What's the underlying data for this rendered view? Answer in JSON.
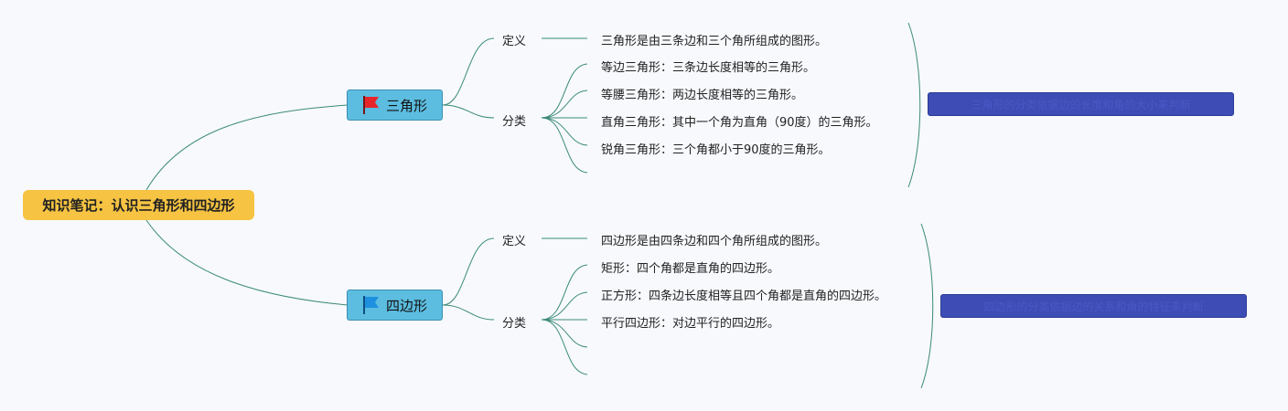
{
  "root": {
    "title": "知识笔记：认识三角形和四边形"
  },
  "branches": [
    {
      "title": "三角形",
      "flag_color": "#e8262a",
      "definition_label": "定义",
      "definition": "三角形是由三条边和三个角所组成的图形。",
      "classification_label": "分类",
      "items": [
        "等边三角形：三条边长度相等的三角形。",
        "等腰三角形：两边长度相等的三角形。",
        "直角三角形：其中一个角为直角（90度）的三角形。",
        "锐角三角形：三个角都小于90度的三角形。",
        ""
      ],
      "summary": "三角形的分类依据边的长度和角的大小来判断"
    },
    {
      "title": "四边形",
      "flag_color": "#1f8fe0",
      "definition_label": "定义",
      "definition": "四边形是由四条边和四个角所组成的图形。",
      "classification_label": "分类",
      "items": [
        "矩形：四个角都是直角的四边形。",
        "正方形：四条边长度相等且四个角都是直角的四边形。",
        "平行四边形：对边平行的四边形。",
        "",
        ""
      ],
      "summary": "四边形的分类依据边的关系和角的特征来判断"
    }
  ],
  "colors": {
    "line": "#3b8a78",
    "root_bg": "#f6c342",
    "branch_bg": "#5cbde0",
    "summary_bg": "#3d4db5"
  }
}
